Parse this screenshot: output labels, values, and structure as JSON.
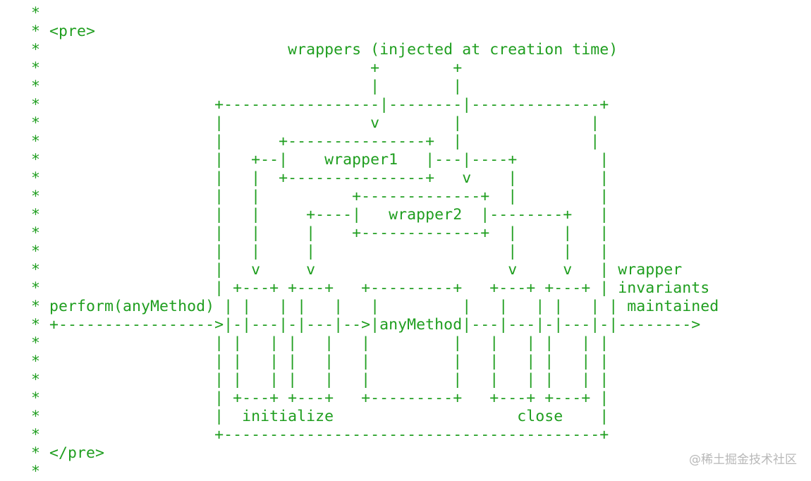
{
  "code_block": {
    "lines": [
      "*",
      "* <pre>",
      "*                           wrappers (injected at creation time)",
      "*                                    +        +",
      "*                                    |        |",
      "*                   +-----------------|--------|--------------+",
      "*                   |                v        |              |",
      "*                   |      +---------------+  |              |",
      "*                   |   +--|    wrapper1   |---|----+         |",
      "*                   |   |  +---------------+   v    |         |",
      "*                   |   |          +-------------+  |         |",
      "*                   |   |     +----|   wrapper2  |--------+   |",
      "*                   |   |     |    +-------------+  |     |   |",
      "*                   |   |     |                     |     |   |",
      "*                   |   v     v                     v     v   | wrapper",
      "*                   | +---+ +---+   +---------+   +---+ +---+ | invariants",
      "* perform(anyMethod) | |   | |   |   |         |   |   | |   | | maintained",
      "* +----------------->|-|---|-|---|-->|anyMethod|---|---|-|---|-|-------->",
      "*                   | |   | |   |   |         |   |   | |   | |",
      "*                   | |   | |   |   |         |   |   | |   | |",
      "*                   | |   | |   |   |         |   |   | |   | |",
      "*                   | +---+ +---+   +---------+   +---+ +---+ |",
      "*                   |  initialize                    close    |",
      "*                   +-----------------------------------------+",
      "* </pre>",
      "*"
    ]
  },
  "watermark": {
    "text": "@稀土掘金技术社区"
  }
}
